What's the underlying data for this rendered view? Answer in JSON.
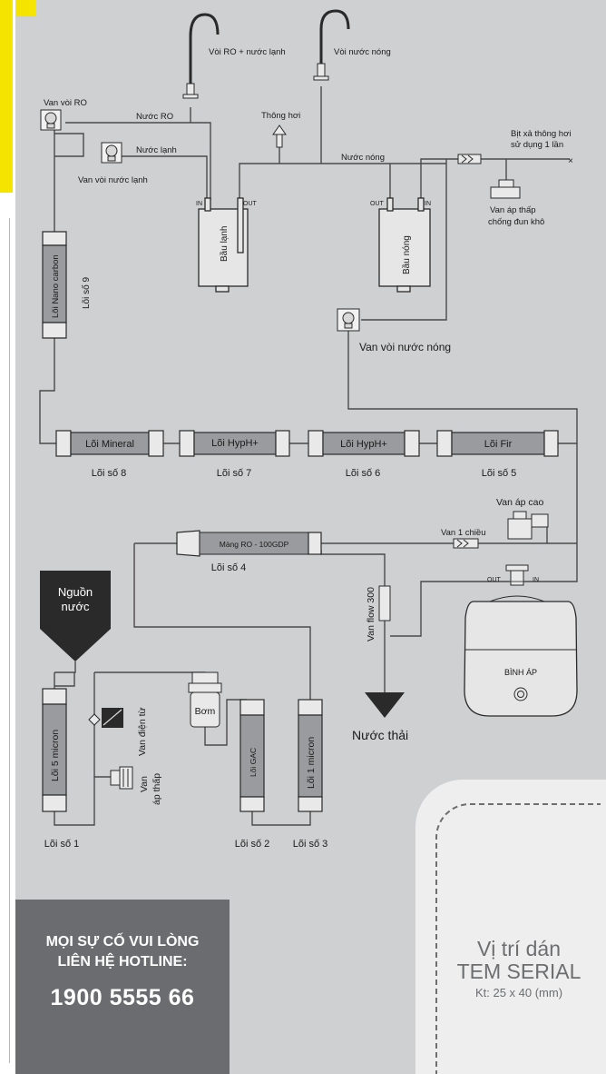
{
  "faucets": {
    "ro": "Vòi RO + nước lạnh",
    "hot": "Vòi nước nóng"
  },
  "labels": {
    "van_voi_ro": "Van vòi RO",
    "nuoc_ro": "Nước RO",
    "nuoc_lanh": "Nước lạnh",
    "van_voi_nuoc_lanh": "Van vòi nước lạnh",
    "thong_hoi": "Thông hơi",
    "nuoc_nong": "Nước nóng",
    "bit_xa_1": "Bịt xả thông hơi",
    "bit_xa_2": "sử dụng 1 lần",
    "van_ap_thap_chong_1": "Van áp thấp",
    "van_ap_thap_chong_2": "chống đun khô",
    "bau_lanh": "Bầu lạnh",
    "bau_nong": "Bầu nóng",
    "in": "IN",
    "out": "OUT",
    "van_voi_nuoc_nong": "Van vòi nước nóng",
    "van_ap_cao": "Van áp cao",
    "van_1_chieu": "Van 1 chiều",
    "van_flow": "Van flow 300",
    "nuoc_thai": "Nước thải",
    "binh_ap": "BÌNH ÁP",
    "nguon_1": "Nguồn",
    "nguon_2": "nước",
    "van_dien_tu": "Van điện từ",
    "bom": "Bơm",
    "van_ap_thap_1": "Van",
    "van_ap_thap_2": "áp thấp"
  },
  "filters": {
    "f1": {
      "name": "Lõi 5 micron",
      "num": "Lõi số 1"
    },
    "f2": {
      "name": "Lõi GAC",
      "num": "Lõi số 2"
    },
    "f3": {
      "name": "Lõi 1 micron",
      "num": "Lõi số 3"
    },
    "f4": {
      "name": "Màng RO - 100GDP",
      "num": "Lõi số 4"
    },
    "f5": {
      "name": "Lõi Fir",
      "num": "Lõi số 5"
    },
    "f6": {
      "name": "Lõi HypH+",
      "num": "Lõi số 6"
    },
    "f7": {
      "name": "Lõi HypH+",
      "num": "Lõi số 7"
    },
    "f8": {
      "name": "Lõi Mineral",
      "num": "Lõi số 8"
    },
    "f9": {
      "name": "Lõi Nano carbon",
      "num": "Lõi số 9"
    }
  },
  "hotline": {
    "line1": "MỌI SỰ CỐ VUI LÒNG",
    "line2": "LIÊN HỆ HOTLINE:",
    "number": "1900 5555 66"
  },
  "serial": {
    "line1": "Vị trí dán",
    "line2": "TEM SERIAL",
    "size": "Kt: 25 x 40 (mm)"
  },
  "colors": {
    "background": "#cfd0d2",
    "filter_core": "#9a9b9e",
    "hotline_bg": "#6b6c6f",
    "source_funnel": "#2a2a2a"
  }
}
